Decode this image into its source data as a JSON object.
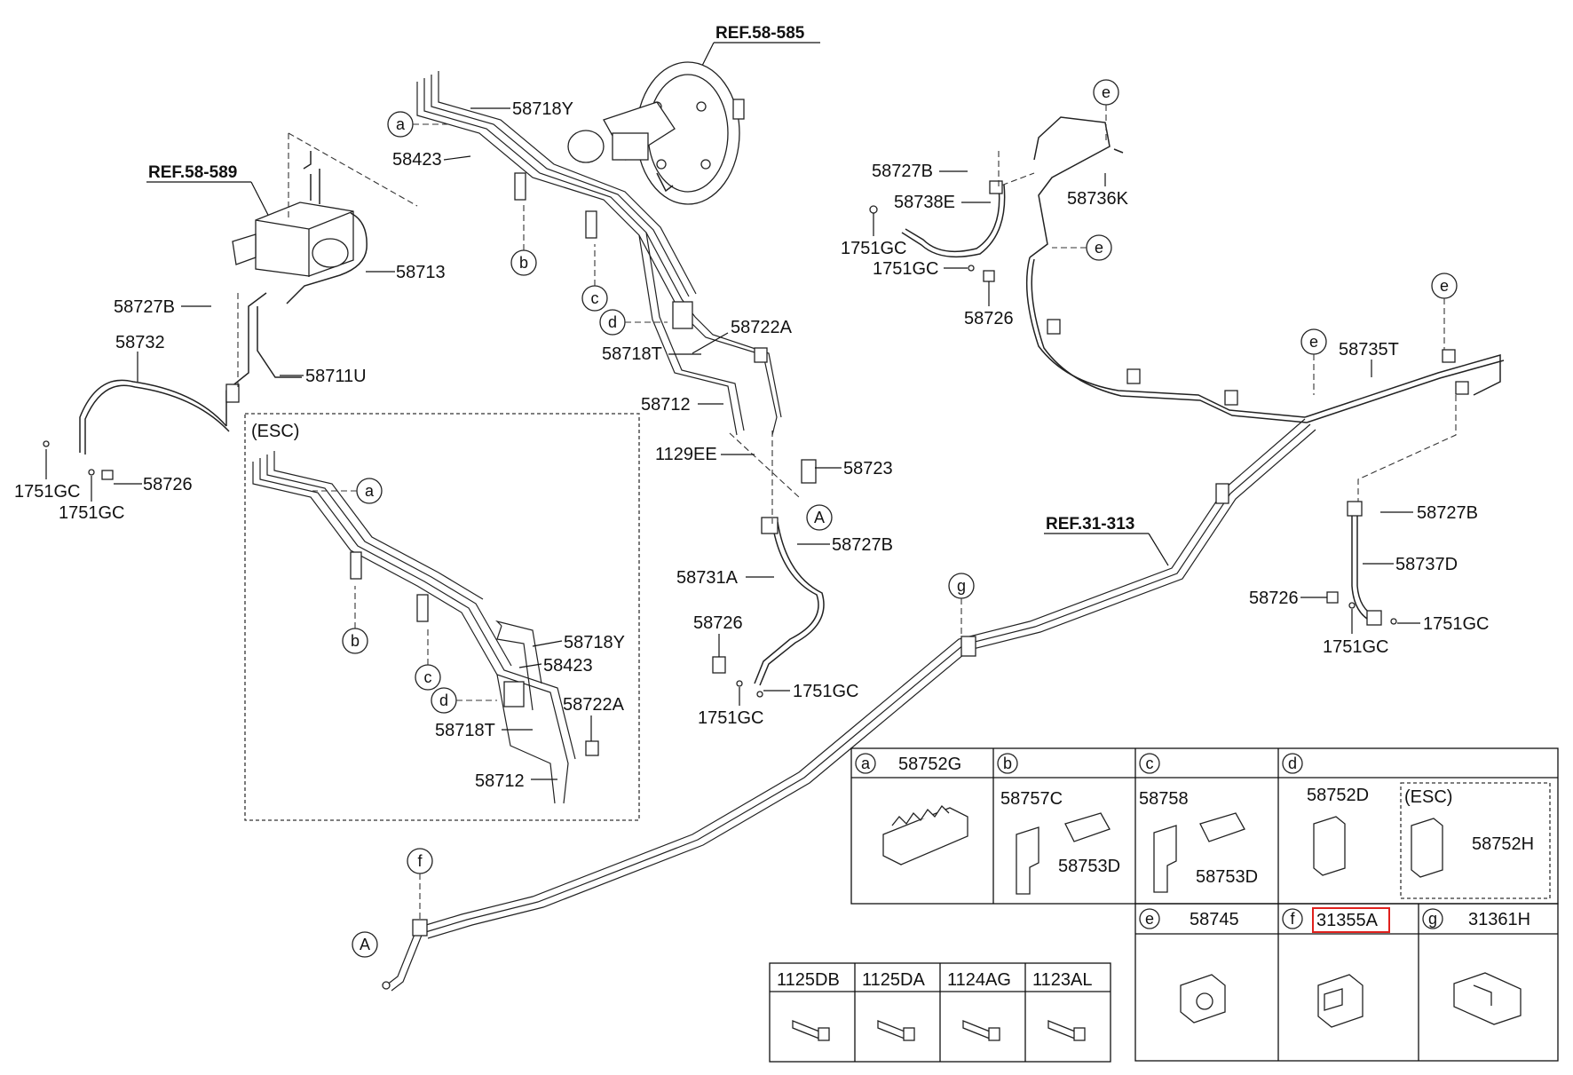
{
  "refs": {
    "ref1": "REF.58-585",
    "ref2": "REF.58-589",
    "ref3": "REF.31-313"
  },
  "labels": {
    "l_58718Y_top": "58718Y",
    "l_58423_top": "58423",
    "l_58713": "58713",
    "l_58727B_left": "58727B",
    "l_58732": "58732",
    "l_58711U": "58711U",
    "l_1751GC_l1": "1751GC",
    "l_58726_l": "58726",
    "l_1751GC_l2": "1751GC",
    "l_58722A_top": "58722A",
    "l_58718T_top": "58718T",
    "l_58712_top": "58712",
    "l_1129EE": "1129EE",
    "l_58723": "58723",
    "l_58727B_mid": "58727B",
    "l_58731A": "58731A",
    "l_58726_mid": "58726",
    "l_1751GC_m1": "1751GC",
    "l_1751GC_m2": "1751GC",
    "l_58727B_tr": "58727B",
    "l_58738E": "58738E",
    "l_58736K": "58736K",
    "l_1751GC_tr1": "1751GC",
    "l_1751GC_tr2": "1751GC",
    "l_58726_tr": "58726",
    "l_58735T": "58735T",
    "l_58727B_r": "58727B",
    "l_58737D": "58737D",
    "l_58726_r": "58726",
    "l_1751GC_r1": "1751GC",
    "l_1751GC_r2": "1751GC",
    "esc_title": "(ESC)",
    "l_58718Y_esc": "58718Y",
    "l_58423_esc": "58423",
    "l_58722A_esc": "58722A",
    "l_58718T_esc": "58718T",
    "l_58712_esc": "58712"
  },
  "circles": {
    "a_top": "a",
    "b_top": "b",
    "c_top": "c",
    "d_top": "d",
    "A_mid": "A",
    "e1": "e",
    "e2": "e",
    "e3": "e",
    "e4": "e",
    "a_esc": "a",
    "b_esc": "b",
    "c_esc": "c",
    "d_esc": "d",
    "g_mid": "g",
    "f_low": "f",
    "A_low": "A"
  },
  "clip_table": {
    "row1": [
      {
        "letter": "a",
        "parts": [
          "58752G"
        ]
      },
      {
        "letter": "b",
        "parts": [
          "58757C",
          "58753D"
        ]
      },
      {
        "letter": "c",
        "parts": [
          "58758",
          "58753D"
        ]
      },
      {
        "letter": "d",
        "parts": [
          "58752D",
          "58752H"
        ],
        "esc_label": "(ESC)"
      }
    ],
    "row2": [
      {
        "letter": "e",
        "parts": [
          "58745"
        ]
      },
      {
        "letter": "f",
        "parts": [
          "31355A"
        ],
        "highlighted": true
      },
      {
        "letter": "g",
        "parts": [
          "31361H"
        ]
      }
    ]
  },
  "bolt_table": {
    "headers": [
      "1125DB",
      "1125DA",
      "1124AG",
      "1123AL"
    ]
  },
  "colors": {
    "line": "#222222",
    "highlight": "#e0211d",
    "background": "#ffffff"
  }
}
